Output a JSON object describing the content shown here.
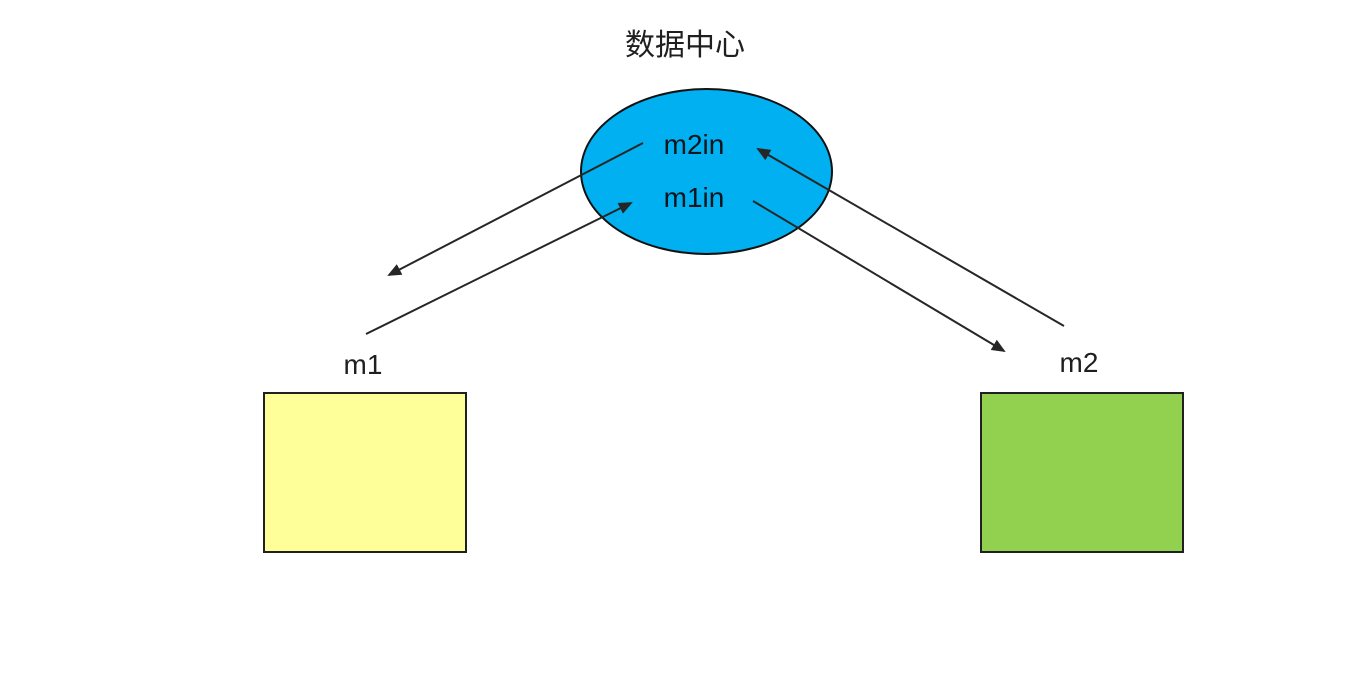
{
  "diagram": {
    "title": "数据中心",
    "center_node": {
      "name": "数据中心",
      "shape": "ellipse",
      "fill_color": "#00b0f0",
      "border_color": "#111111",
      "labels": [
        {
          "text": "m2in"
        },
        {
          "text": "m1in"
        }
      ]
    },
    "nodes": [
      {
        "id": "m1",
        "label": "m1",
        "shape": "rectangle",
        "fill_color": "#ffff99",
        "border_color": "#202020"
      },
      {
        "id": "m2",
        "label": "m2",
        "shape": "rectangle",
        "fill_color": "#92d050",
        "border_color": "#202020"
      }
    ],
    "edges": [
      {
        "from": "m2in",
        "to": "m1",
        "arrowhead_at": "m1",
        "description": "arrow from m2in label down-left toward m1"
      },
      {
        "from": "m1",
        "to": "m1in",
        "arrowhead_at": "m1in",
        "description": "arrow from m1 up-right into ellipse pointing at m1in"
      },
      {
        "from": "m2",
        "to": "m2in",
        "arrowhead_at": "m2in",
        "description": "arrow from m2 up-left into ellipse pointing at m2in"
      },
      {
        "from": "m1in",
        "to": "m2",
        "arrowhead_at": "m2",
        "description": "arrow from m1in label down-right toward m2"
      }
    ],
    "colors": {
      "background": "#ffffff",
      "ellipse_blue": "#00b0f0",
      "rect_yellow": "#ffff99",
      "rect_green": "#92d050",
      "line_color": "#262626",
      "text_color": "#1f1f1f"
    }
  }
}
